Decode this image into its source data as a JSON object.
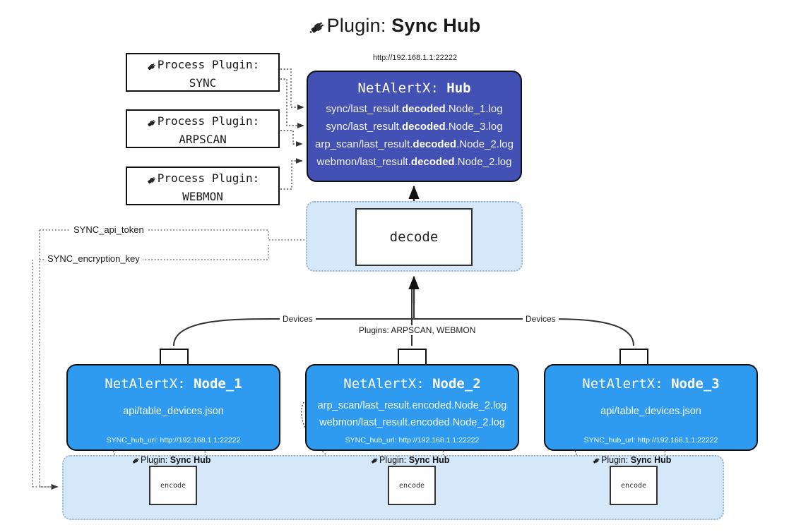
{
  "header": {
    "icon": "plug-icon",
    "prefix": "Plugin:",
    "title": "Sync Hub",
    "hub_url": "http://192.168.1.1:22222"
  },
  "process_plugins": [
    {
      "icon": "plug-icon",
      "line1": "Process Plugin:",
      "line2": "SYNC"
    },
    {
      "icon": "plug-icon",
      "line1": "Process Plugin:",
      "line2": "ARPSCAN"
    },
    {
      "icon": "plug-icon",
      "line1": "Process Plugin:",
      "line2": "WEBMON"
    }
  ],
  "hub": {
    "title_prefix": "NetAlertX:",
    "title_name": "Hub",
    "logs": [
      {
        "pre": "sync/last_result.",
        "mid": "decoded",
        "post": ".Node_1.log"
      },
      {
        "pre": "sync/last_result.",
        "mid": "decoded",
        "post": ".Node_3.log"
      },
      {
        "pre": "arp_scan/last_result.",
        "mid": "decoded",
        "post": ".Node_2.log"
      },
      {
        "pre": "webmon/last_result.",
        "mid": "decoded",
        "post": ".Node_2.log"
      }
    ]
  },
  "decode": {
    "label": "decode"
  },
  "secrets": [
    {
      "label": "SYNC_api_token"
    },
    {
      "label": "SYNC_encryption_key"
    }
  ],
  "edge_labels": {
    "left_devices": "Devices",
    "center_plugins": "Plugins: ARPSCAN, WEBMON",
    "right_devices": "Devices"
  },
  "nodes": [
    {
      "title_prefix": "NetAlertX:",
      "title_name": "Node_1",
      "lines": [
        "api/table_devices.json"
      ],
      "hub_url_label": "SYNC_hub_url: http://192.168.1.1:22222"
    },
    {
      "title_prefix": "NetAlertX:",
      "title_name": "Node_2",
      "lines": [
        "arp_scan/last_result.encoded.Node_2.log",
        "webmon/last_result.encoded.Node_2.log"
      ],
      "hub_url_label": "SYNC_hub_url: http://192.168.1.1:22222"
    },
    {
      "title_prefix": "NetAlertX:",
      "title_name": "Node_3",
      "lines": [
        "api/table_devices.json"
      ],
      "hub_url_label": "SYNC_hub_url: http://192.168.1.1:22222"
    }
  ],
  "encoders": [
    {
      "tag_prefix": "Plugin:",
      "tag_name": "Sync Hub",
      "label": "encode"
    },
    {
      "tag_prefix": "Plugin:",
      "tag_name": "Sync Hub",
      "label": "encode"
    },
    {
      "tag_prefix": "Plugin:",
      "tag_name": "Sync Hub",
      "label": "encode"
    }
  ],
  "colors": {
    "hub_fill": "#4350b4",
    "node_fill": "#2f9bf0",
    "container_fill": "#d4e8fa",
    "container_border": "#9bb4c9",
    "stroke": "#111111",
    "background": "#ffffff"
  }
}
